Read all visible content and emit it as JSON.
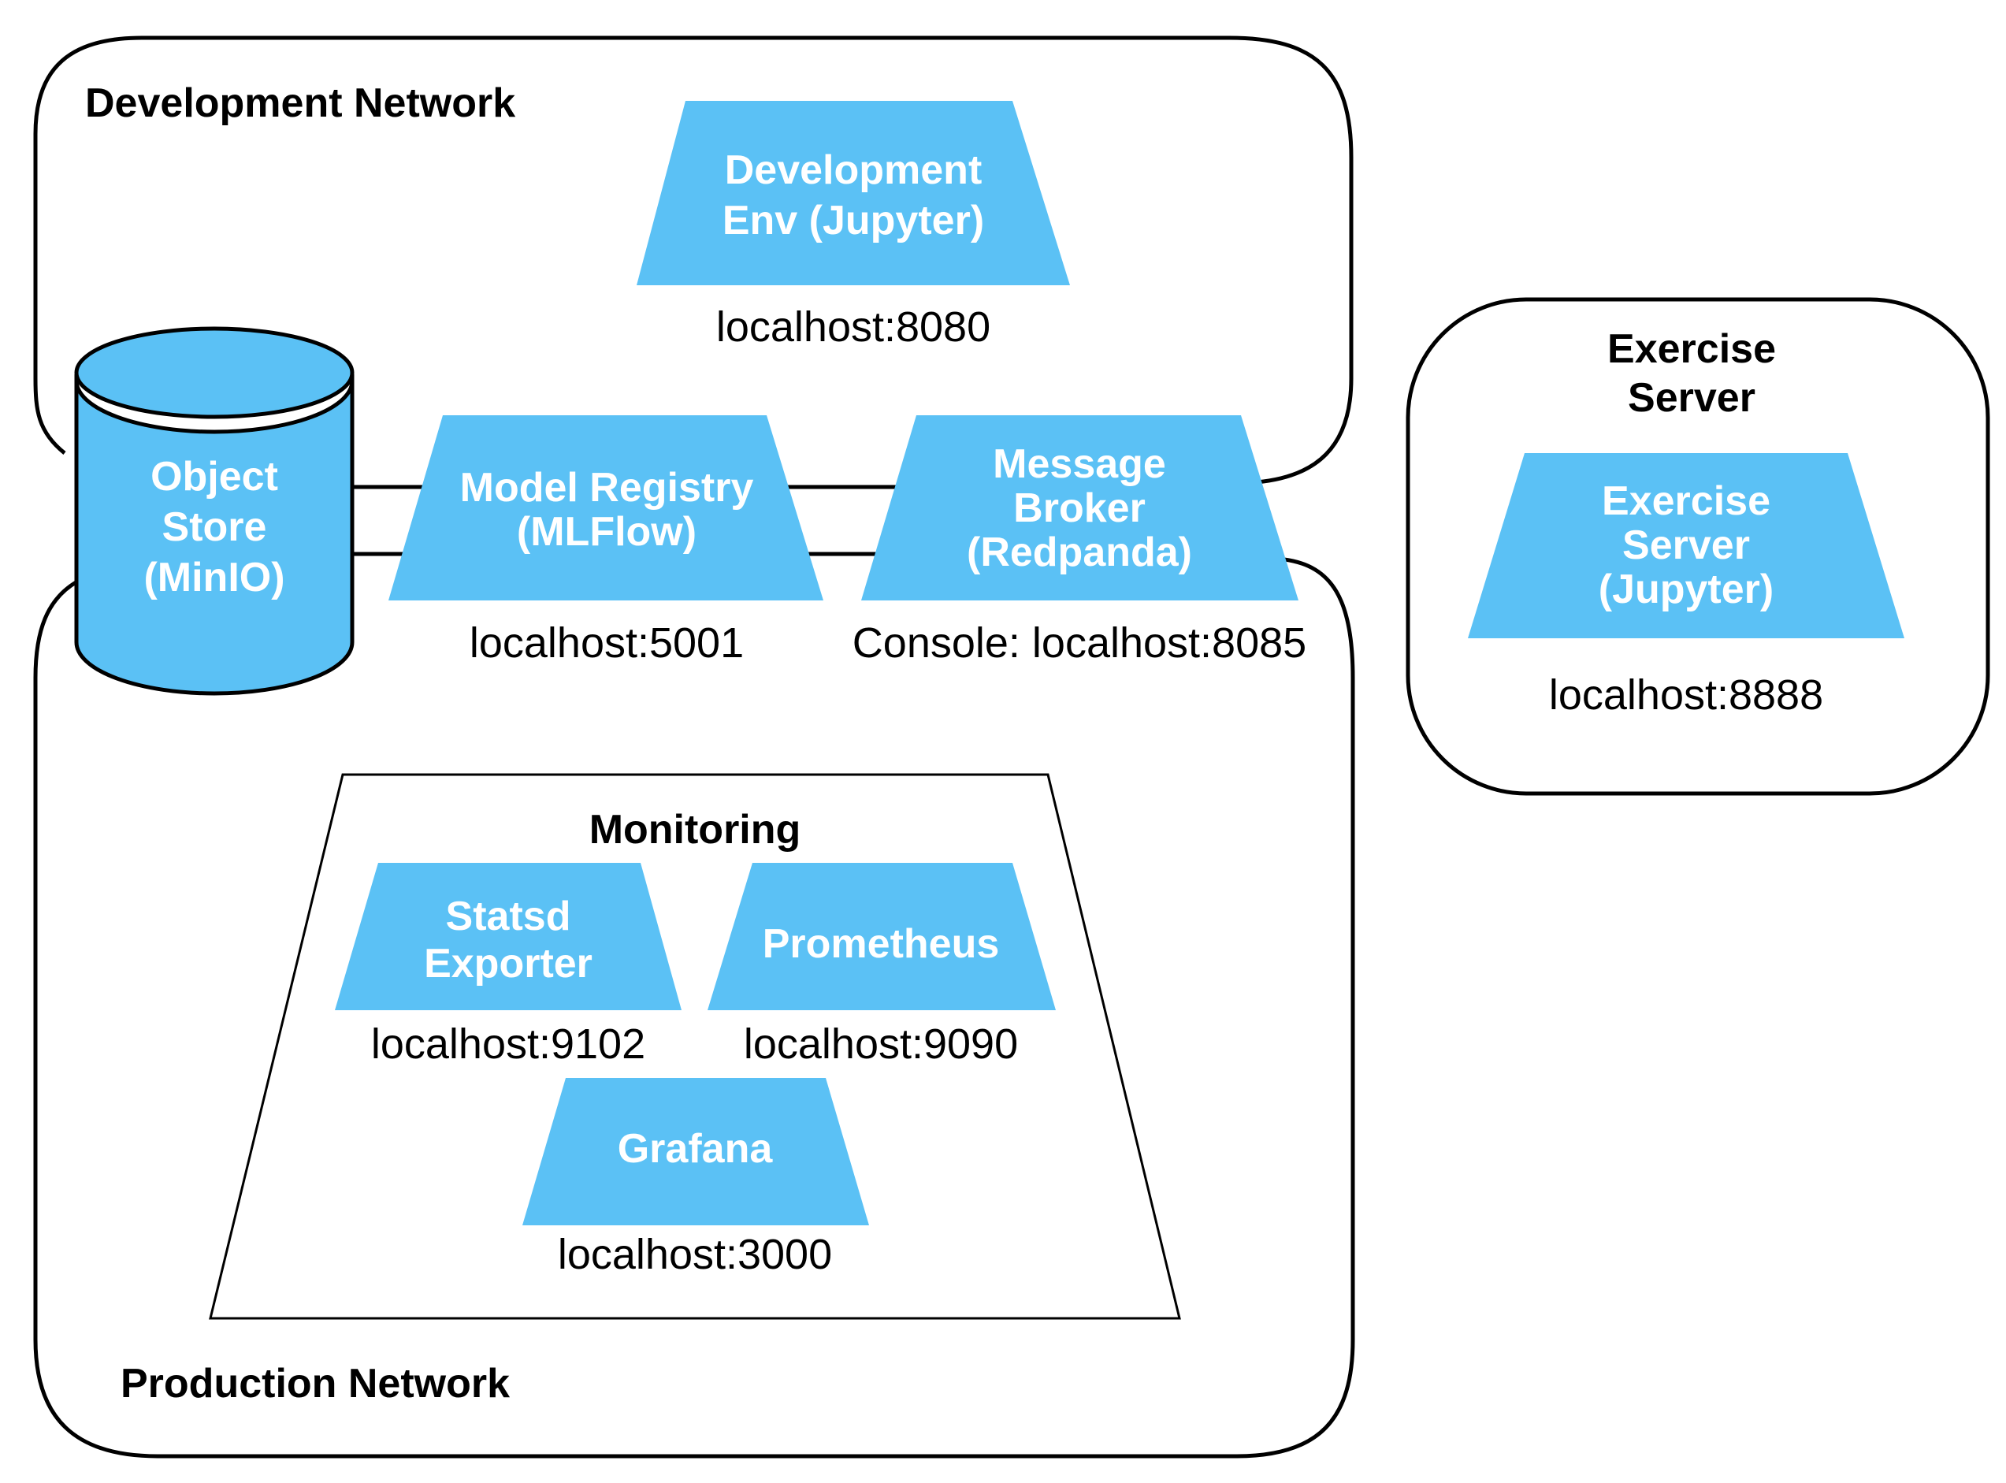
{
  "colors": {
    "node_fill": "#5bc1f5",
    "outline": "#000000",
    "text_on_node": "#ffffff",
    "background": "#ffffff"
  },
  "networks": {
    "development": {
      "label": "Development Network"
    },
    "production": {
      "label": "Production Network"
    },
    "exercise": {
      "label_line1": "Exercise",
      "label_line2": "Server"
    }
  },
  "nodes": {
    "dev_env": {
      "line1": "Development",
      "line2": "Env (Jupyter)",
      "address": "localhost:8080"
    },
    "object_store": {
      "line1": "Object",
      "line2": "Store",
      "line3": "(MinIO)"
    },
    "model_registry": {
      "line1": "Model Registry",
      "line2": "(MLFlow)",
      "address": "localhost:5001"
    },
    "message_broker": {
      "line1": "Message",
      "line2": "Broker",
      "line3": "(Redpanda)",
      "address": "Console: localhost:8085"
    },
    "exercise_server": {
      "line1": "Exercise",
      "line2": "Server",
      "line3": "(Jupyter)",
      "address": "localhost:8888"
    }
  },
  "monitoring": {
    "label": "Monitoring",
    "statsd": {
      "line1": "Statsd",
      "line2": "Exporter",
      "address": "localhost:9102"
    },
    "prometheus": {
      "label": "Prometheus",
      "address": "localhost:9090"
    },
    "grafana": {
      "label": "Grafana",
      "address": "localhost:3000"
    }
  }
}
